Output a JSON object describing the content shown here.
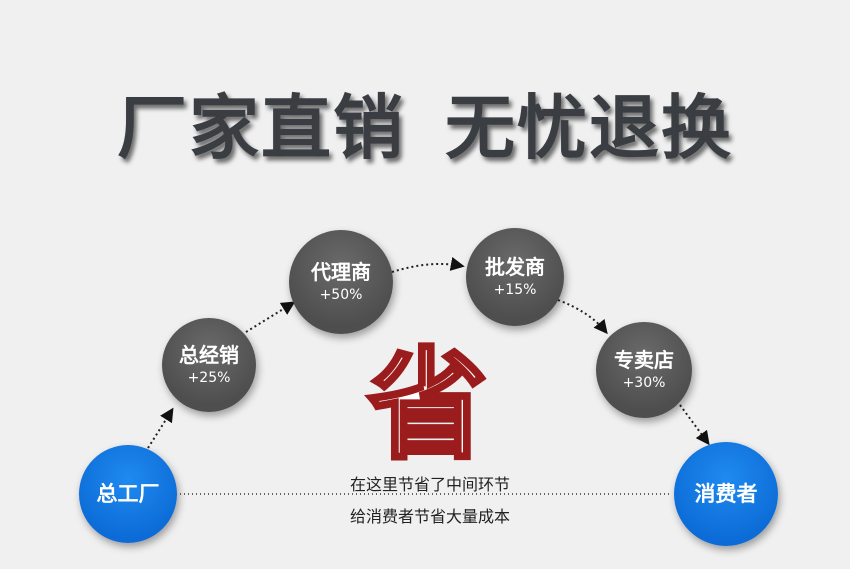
{
  "headline": {
    "part1": "厂家直销",
    "part2": "无忧退换"
  },
  "nodes": {
    "factory": {
      "label": "总工厂"
    },
    "distributor": {
      "label": "总经销",
      "markup": "+25%"
    },
    "agent": {
      "label": "代理商",
      "markup": "+50%"
    },
    "wholesaler": {
      "label": "批发商",
      "markup": "+15%"
    },
    "store": {
      "label": "专卖店",
      "markup": "+30%"
    },
    "consumer": {
      "label": "消费者"
    }
  },
  "save_char": "省",
  "note": {
    "line1": "在这里节省了中间环节",
    "line2": "给消费者节省大量成本"
  },
  "colors": {
    "gray_node": "#555555",
    "blue_node": "#0c6bd6",
    "save_outline": "#9b1c1c"
  }
}
